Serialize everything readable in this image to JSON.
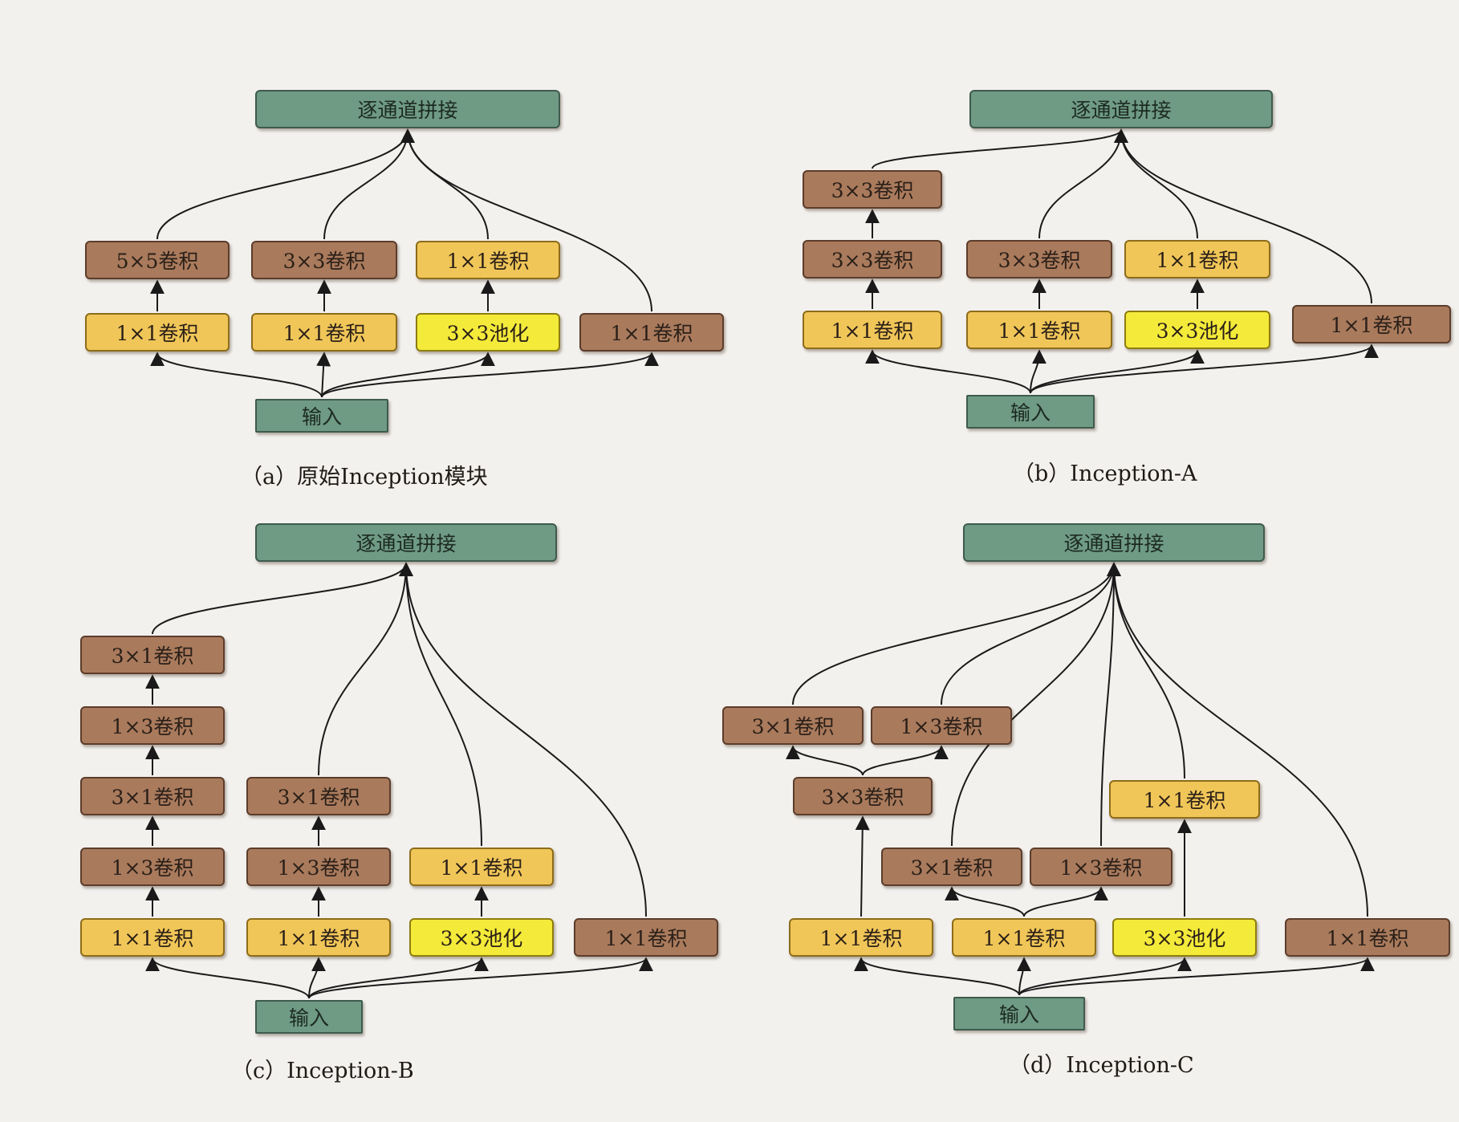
{
  "colors": {
    "concat": "#6f9a84",
    "input": "#6f9a84",
    "brown": "#a97a5c",
    "yellow": "#f0c658",
    "lime": "#f4ea3a",
    "edge": "#1a1a1a"
  },
  "diagrams": [
    {
      "id": "a",
      "caption": "（a）原始Inception模块",
      "nodes": [
        {
          "id": "concat",
          "label": "逐通道拼接",
          "style": "concat"
        },
        {
          "id": "c5x5",
          "label": "5×5卷积",
          "style": "brown"
        },
        {
          "id": "c3x3",
          "label": "3×3卷积",
          "style": "brown"
        },
        {
          "id": "c1x1t",
          "label": "1×1卷积",
          "style": "yellow"
        },
        {
          "id": "r1",
          "label": "1×1卷积",
          "style": "yellow"
        },
        {
          "id": "r2",
          "label": "1×1卷积",
          "style": "yellow"
        },
        {
          "id": "pool",
          "label": "3×3池化",
          "style": "lime"
        },
        {
          "id": "c1x1b",
          "label": "1×1卷积",
          "style": "brown"
        },
        {
          "id": "input",
          "label": "输入",
          "style": "input"
        }
      ]
    },
    {
      "id": "b",
      "caption": "（b）Inception-A",
      "nodes": [
        {
          "id": "concat",
          "label": "逐通道拼接",
          "style": "concat"
        },
        {
          "id": "top3",
          "label": "3×3卷积",
          "style": "brown"
        },
        {
          "id": "mid3a",
          "label": "3×3卷积",
          "style": "brown"
        },
        {
          "id": "mid3b",
          "label": "3×3卷积",
          "style": "brown"
        },
        {
          "id": "mid1",
          "label": "1×1卷积",
          "style": "yellow"
        },
        {
          "id": "r1",
          "label": "1×1卷积",
          "style": "yellow"
        },
        {
          "id": "r2",
          "label": "1×1卷积",
          "style": "yellow"
        },
        {
          "id": "pool",
          "label": "3×3池化",
          "style": "lime"
        },
        {
          "id": "c1x1b",
          "label": "1×1卷积",
          "style": "brown"
        },
        {
          "id": "input",
          "label": "输入",
          "style": "input"
        }
      ]
    },
    {
      "id": "c",
      "caption": "（c）Inception-B",
      "nodes": [
        {
          "id": "concat",
          "label": "逐通道拼接",
          "style": "concat"
        },
        {
          "id": "l5",
          "label": "3×1卷积",
          "style": "brown"
        },
        {
          "id": "l4",
          "label": "1×3卷积",
          "style": "brown"
        },
        {
          "id": "l3",
          "label": "3×1卷积",
          "style": "brown"
        },
        {
          "id": "l2",
          "label": "1×3卷积",
          "style": "brown"
        },
        {
          "id": "l1",
          "label": "1×1卷积",
          "style": "yellow"
        },
        {
          "id": "m3",
          "label": "3×1卷积",
          "style": "brown"
        },
        {
          "id": "m2",
          "label": "1×3卷积",
          "style": "brown"
        },
        {
          "id": "m1",
          "label": "1×1卷积",
          "style": "yellow"
        },
        {
          "id": "p2",
          "label": "1×1卷积",
          "style": "yellow"
        },
        {
          "id": "p1",
          "label": "3×3池化",
          "style": "lime"
        },
        {
          "id": "r1",
          "label": "1×1卷积",
          "style": "brown"
        },
        {
          "id": "input",
          "label": "输入",
          "style": "input"
        }
      ]
    },
    {
      "id": "d",
      "caption": "（d）Inception-C",
      "nodes": [
        {
          "id": "concat",
          "label": "逐通道拼接",
          "style": "concat"
        },
        {
          "id": "t31",
          "label": "3×1卷积",
          "style": "brown"
        },
        {
          "id": "t13",
          "label": "1×3卷积",
          "style": "brown"
        },
        {
          "id": "c33",
          "label": "3×3卷积",
          "style": "brown"
        },
        {
          "id": "b31",
          "label": "3×1卷积",
          "style": "brown"
        },
        {
          "id": "b13",
          "label": "1×3卷积",
          "style": "brown"
        },
        {
          "id": "p2",
          "label": "1×1卷积",
          "style": "yellow"
        },
        {
          "id": "l1",
          "label": "1×1卷积",
          "style": "yellow"
        },
        {
          "id": "m1",
          "label": "1×1卷积",
          "style": "yellow"
        },
        {
          "id": "p1",
          "label": "3×3池化",
          "style": "lime"
        },
        {
          "id": "r1",
          "label": "1×1卷积",
          "style": "brown"
        },
        {
          "id": "input",
          "label": "输入",
          "style": "input"
        }
      ]
    }
  ]
}
